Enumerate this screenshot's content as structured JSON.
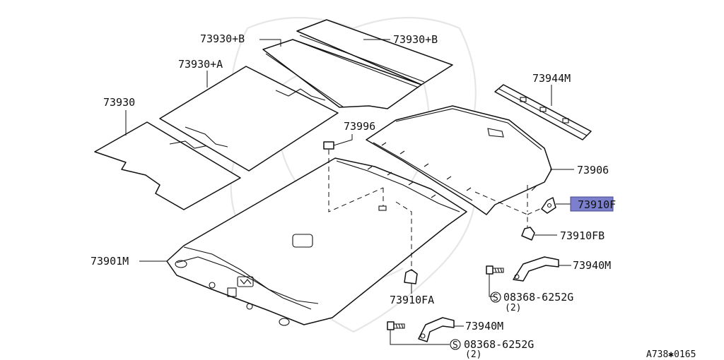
{
  "diagram": {
    "highlight_color": "#7b7fcc",
    "labels": {
      "p73930": "73930",
      "p73930a": "73930+A",
      "p73930b_left": "73930+B",
      "p73930b_right": "73930+B",
      "p73996": "73996",
      "p73944m": "73944M",
      "p73906": "73906",
      "p73910f": "73910F",
      "p73910fb": "73910FB",
      "p73940m_upper": "73940M",
      "p73940m_lower": "73940M",
      "p73901m": "73901M",
      "p73910fa": "73910FA",
      "screw_upper": "08368-6252G",
      "screw_upper_qty": "(2)",
      "screw_lower": "08368-6252G",
      "screw_lower_qty": "(2)",
      "screw_symbol": "S",
      "figure_code": "A738✱0165"
    }
  }
}
